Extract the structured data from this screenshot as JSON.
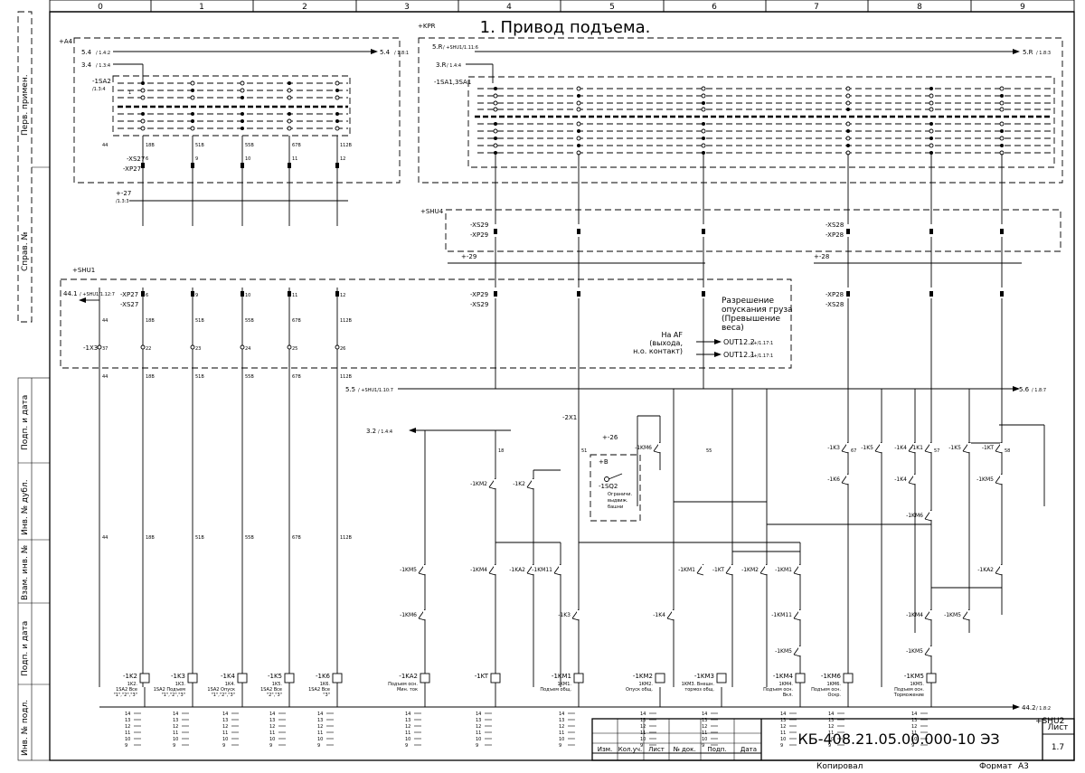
{
  "title": "1. Привод подъема.",
  "grid_columns": [
    "0",
    "1",
    "2",
    "3",
    "4",
    "5",
    "6",
    "7",
    "8",
    "9"
  ],
  "side_labels": {
    "top": [
      "Перв. примен.",
      "Справ. №"
    ],
    "bottom": [
      "Подп. и дата",
      "Инв. № дубл.",
      "Взам. инв. №",
      "Подп. и дата",
      "Инв. № подл."
    ]
  },
  "title_block": {
    "code": "КБ-408.21.05.00.000-10 ЭЗ",
    "sheet_label": "Лист",
    "sheet_number": "1.7",
    "columns": [
      "Изм.",
      "Кол.уч.",
      "Лист",
      "№ док.",
      "Подп.",
      "Дата"
    ],
    "copied_by": "Копировал",
    "format": "Формат",
    "format_value": "А3"
  },
  "assemblies": {
    "a4": "+A4",
    "kpr": "+KPR",
    "shu4": "+SHU4",
    "shu1": "+SHU1",
    "shu2": "+SHU2"
  },
  "left_links": {
    "l54": "5.4",
    "l54_ref": "/ 1.4:2",
    "l34": "3.4",
    "l34_ref": "/ 1.3:4",
    "l54_out": "5.4",
    "l54_out_ref": "/ 1.8:1",
    "sa2": "-1SA2",
    "sa2_ref": "/1.3:4",
    "xs27": "-XS27",
    "xp27": "-XP27",
    "p27": "+-27",
    "p27_ref": "/1.3:3",
    "l441": "44.1",
    "l441_ref": "/ +SHU1/1.12:7",
    "x3": "-1X3",
    "l55": "5.5",
    "l55_ref": "/ +SHU1/1.10:7",
    "l32": "3.2",
    "l32_ref": "/ 1.4:4"
  },
  "right_links": {
    "l5r": "5.R",
    "l5r_ref": "/ +SHU1/1.11:6",
    "l3r": "3.R",
    "l3r_ref": "/ 1.4:4",
    "l5r_out": "5.R",
    "l5r_out_ref": "/ 1.8:3",
    "sa1": "-1SA1,3SA1",
    "xs29": "-XS29",
    "xp29": "-XP29",
    "xs28": "-XS28",
    "xp28": "-XP28",
    "p29": "+-29",
    "p28": "+-28",
    "l56": "5.6",
    "l56_ref": "/ 1.8:7",
    "l442": "44.2",
    "l442_ref": "/ 1.8:2"
  },
  "notes": {
    "permit": [
      "Разрешение",
      "опускания груза",
      "(Превышение",
      "веса)"
    ],
    "af": [
      "На AF",
      "(выхода,",
      "н.о. контакт)"
    ],
    "out122": "OUT12.2",
    "out122_ref": "/ +/1.17:1",
    "out121": "OUT12.1",
    "out121_ref": "/ +/1.17:1",
    "x1": "-2X1",
    "p26": "+-26",
    "b": "+B",
    "sq2": "-1SQ2",
    "sq2_desc": [
      "Ограничи.",
      "выдвиж.",
      "башни"
    ]
  },
  "left_wires": [
    "44",
    "18B",
    "51B",
    "55B",
    "67B",
    "112B"
  ],
  "left_pins": [
    "6",
    "9",
    "10",
    "11",
    "12"
  ],
  "left_x3_pins": [
    "37",
    "22",
    "23",
    "24",
    "25",
    "26"
  ],
  "bottom_coils": [
    {
      "tag": "-1K2",
      "desc": [
        "1K2.",
        "1SA2 Все",
        "\"1\",\"2\",\"3\""
      ]
    },
    {
      "tag": "-1K3",
      "desc": [
        "1K3.",
        "1SA2 Подъем",
        "\"1\",\"2\",\"3\""
      ]
    },
    {
      "tag": "-1K4",
      "desc": [
        "1K4.",
        "1SA2 Опуск",
        "\"1\",\"2\",\"3\""
      ]
    },
    {
      "tag": "-1K5",
      "desc": [
        "1K5.",
        "1SA2 Все",
        "\"2\",\"3\""
      ]
    },
    {
      "tag": "-1K6",
      "desc": [
        "1K6.",
        "1SA2 Все",
        "\"3\""
      ]
    },
    {
      "tag": "-1KA2",
      "desc": [
        "Подъем осн.",
        "Мин. ток"
      ]
    },
    {
      "tag": "-1KT",
      "desc": []
    },
    {
      "tag": "-1KM1",
      "desc": [
        "1KM1.",
        "Подъем общ."
      ]
    },
    {
      "tag": "-1KM2",
      "desc": [
        "1KM2.",
        "Опуск общ."
      ]
    },
    {
      "tag": "-1KM3",
      "desc": [
        "1KM3. Внешн.",
        "тормоз общ."
      ]
    },
    {
      "tag": "-1KM4",
      "desc": [
        "1KM4.",
        "Подъем осн.",
        "Вкл."
      ]
    },
    {
      "tag": "-1KM6",
      "desc": [
        "1KM6.",
        "Подъем осн.",
        "Оскр."
      ]
    },
    {
      "tag": "-1KM5",
      "desc": [
        "1KM5.",
        "Подъем осн.",
        "Торможение"
      ]
    }
  ],
  "mid_contacts": [
    "-1KM5",
    "-1KM6",
    "-1KM4",
    "-1KA2",
    "-1KM11",
    "-1KM2",
    "-1K2",
    "-1K3",
    "-1K4",
    "-1KM1",
    "-1KT",
    "-1KM2",
    "-1KM1",
    "-1KM11",
    "-1KM5",
    "-1K3",
    "-1K6",
    "-1K5",
    "-1K4",
    "-1K4",
    "-1K1",
    "-1K5",
    "-1KT",
    "-1KM5",
    "-1KM6",
    "-1KA2",
    "-1KM4",
    "-1KM5"
  ]
}
